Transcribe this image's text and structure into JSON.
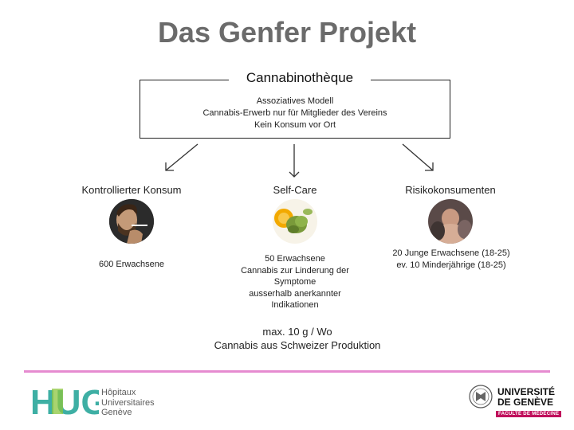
{
  "title": "Das Genfer Projekt",
  "box": {
    "title": "Cannabinothèque",
    "lines": [
      "Assoziatives Modell",
      "Cannabis-Erwerb nur für Mitglieder des Vereins",
      "Kein Konsum vor Ort"
    ]
  },
  "columns": [
    {
      "heading": "Kontrollierter Konsum",
      "lines": [
        "600 Erwachsene"
      ]
    },
    {
      "heading": "Self-Care",
      "lines": [
        "50 Erwachsene",
        "Cannabis zur Linderung der",
        "Symptome",
        "ausserhalb anerkannter",
        "Indikationen"
      ]
    },
    {
      "heading": "Risikokonsumenten",
      "lines": [
        "20 Junge Erwachsene (18-25)",
        "ev. 10 Minderjährige (18-25)"
      ]
    }
  ],
  "bottom": {
    "lines": [
      "max. 10 g / Wo",
      "Cannabis aus Schweizer Produktion"
    ]
  },
  "footer": {
    "hug": {
      "logo": "HUG",
      "lines": [
        "Hôpitaux",
        "Universitaires",
        "Genève"
      ]
    },
    "unige": {
      "lines": [
        "UNIVERSITÉ",
        "DE GENÈVE"
      ],
      "faculty": "FACULTÉ DE MÉDECINE"
    }
  },
  "colors": {
    "title": "#6b6b6b",
    "divider": "#e68bd0",
    "hug_green": "#8cc63f",
    "hug_teal": "#2aa79b",
    "unige_accent": "#c0105c"
  }
}
